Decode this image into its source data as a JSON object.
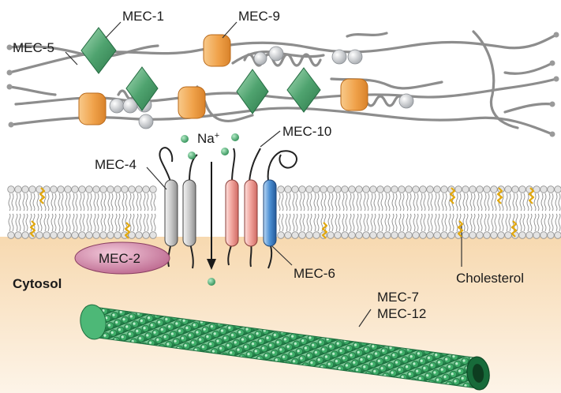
{
  "labels": {
    "mec1": "MEC-1",
    "mec9": "MEC-9",
    "mec5": "MEC-5",
    "mec10": "MEC-10",
    "mec4": "MEC-4",
    "mec2": "MEC-2",
    "mec6": "MEC-6",
    "mec7": "MEC-7",
    "mec12": "MEC-12",
    "cholesterol": "Cholesterol",
    "cytosol": "Cytosol",
    "na": "Na",
    "na_charge": "+"
  },
  "colors": {
    "diamond": "#5fae7c",
    "orange_protein": "#f0a24a",
    "bead": "#c9ccd0",
    "fiber": "#8d8d8d",
    "cytosol": "#f7dcb8",
    "lipid_head": "#c8c8c8",
    "cholesterol": "#f2c21b",
    "mec2": "#c8789a",
    "mec4_channel": "#bdbdbd",
    "mec10_channel": "#e8928c",
    "mec6_channel": "#3f7fc4",
    "microtubule": "#2f9a5a",
    "ion": "#3aa86a"
  }
}
